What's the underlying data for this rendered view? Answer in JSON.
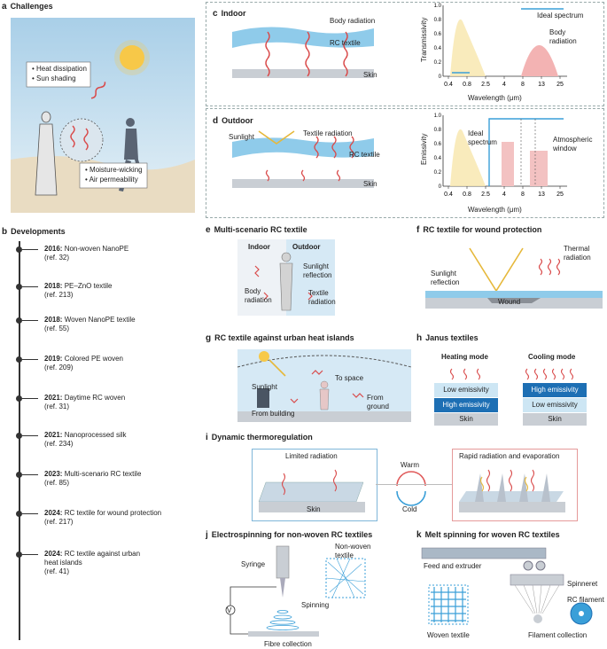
{
  "panel_a": {
    "letter": "a",
    "title": "Challenges",
    "labels": [
      "Heat dissipation",
      "Sun shading",
      "Moisture-wicking",
      "Air permeability"
    ]
  },
  "panel_b": {
    "letter": "b",
    "title": "Developments",
    "items": [
      {
        "year": "2016:",
        "text": "Non-woven NanoPE",
        "ref": "(ref. 32)"
      },
      {
        "year": "2018:",
        "text": "PE–ZnO textile",
        "ref": "(ref. 213)"
      },
      {
        "year": "2018:",
        "text": "Woven NanoPE textile",
        "ref": "(ref. 55)"
      },
      {
        "year": "2019:",
        "text": "Colored PE woven",
        "ref": "(ref. 209)"
      },
      {
        "year": "2021:",
        "text": "Daytime RC woven",
        "ref": "(ref. 31)"
      },
      {
        "year": "2021:",
        "text": "Nanoprocessed silk",
        "ref": "(ref. 234)"
      },
      {
        "year": "2023:",
        "text": "Multi-scenario RC textile",
        "ref": "(ref. 85)"
      },
      {
        "year": "2024:",
        "text": "RC textile for wound protection",
        "ref": "(ref. 217)"
      },
      {
        "year": "2024:",
        "text": "RC textile against urban",
        "text2": "heat islands",
        "ref": "(ref. 41)"
      }
    ]
  },
  "panel_c": {
    "letter": "c",
    "title": "Indoor",
    "labels": {
      "body_radiation": "Body radiation",
      "rc_textile": "RC textile",
      "skin": "Skin",
      "ideal": "Ideal spectrum",
      "body_rad2a": "Body",
      "body_rad2b": "radiation"
    },
    "ylabel": "Transmissivity",
    "xlabel": "Wavelength (μm)"
  },
  "panel_d": {
    "letter": "d",
    "title": "Outdoor",
    "labels": {
      "sunlight": "Sunlight",
      "textile_radiation": "Textile radiation",
      "rc_textile": "RC textile",
      "skin": "Skin",
      "ideal1": "Ideal",
      "ideal2": "spectrum",
      "atm1": "Atmospheric",
      "atm2": "window"
    },
    "ylabel": "Emissivity",
    "xlabel": "Wavelength (μm)"
  },
  "chart_data": [
    {
      "type": "area",
      "ylabel": "Transmissivity",
      "xlabel": "Wavelength (μm)",
      "ylim": [
        0,
        1.0
      ],
      "yticks": [
        "0",
        "0.2",
        "0.4",
        "0.6",
        "0.8",
        "1.0"
      ],
      "xticks": [
        "0.4",
        "0.8",
        "2.5",
        "4",
        "8",
        "13",
        "25"
      ],
      "series": [
        {
          "name": "Body radiation"
        },
        {
          "name": "Ideal spectrum"
        }
      ]
    },
    {
      "type": "area",
      "ylabel": "Emissivity",
      "xlabel": "Wavelength (μm)",
      "ylim": [
        0,
        1.0
      ],
      "yticks": [
        "0",
        "0.2",
        "0.4",
        "0.6",
        "0.8",
        "1.0"
      ],
      "xticks": [
        "0.4",
        "0.8",
        "2.5",
        "4",
        "8",
        "13",
        "25"
      ],
      "series": [
        {
          "name": "Ideal spectrum"
        },
        {
          "name": "Atmospheric window"
        }
      ]
    }
  ],
  "panel_e": {
    "letter": "e",
    "title": "Multi-scenario RC textile",
    "labels": [
      "Indoor",
      "Outdoor",
      "Sunlight",
      "reflection",
      "Body",
      "radiation",
      "Textile",
      "radiation"
    ]
  },
  "panel_f": {
    "letter": "f",
    "title": "RC textile for wound protection",
    "labels": [
      "Thermal",
      "radiation",
      "Sunlight",
      "reflection",
      "Wound"
    ]
  },
  "panel_g": {
    "letter": "g",
    "title": "RC textile against urban heat islands",
    "labels": [
      "Sunlight",
      "To space",
      "From building",
      "From",
      "ground"
    ]
  },
  "panel_h": {
    "letter": "h",
    "title": "Janus textiles",
    "heating": "Heating mode",
    "cooling": "Cooling mode",
    "low": "Low emissivity",
    "high": "High emissivity",
    "skin": "Skin"
  },
  "panel_i": {
    "letter": "i",
    "title": "Dynamic thermoregulation",
    "limited": "Limited radiation",
    "rapid": "Rapid radiation and evaporation",
    "warm": "Warm",
    "cold": "Cold",
    "skin": "Skin"
  },
  "panel_j": {
    "letter": "j",
    "title": "Electrospinning for non-woven RC textiles",
    "labels": [
      "Syringe",
      "Non-woven",
      "textile",
      "Spinning",
      "Fibre collection",
      "V"
    ]
  },
  "panel_k": {
    "letter": "k",
    "title": "Melt spinning for woven  RC textiles",
    "labels": [
      "Feed and extruder",
      "Spinneret",
      "RC filament",
      "Woven textile",
      "Filament collection"
    ]
  },
  "colors": {
    "accent_blue": "#3a9fd8",
    "red": "#e05a5a",
    "sky": "#d6e9f5",
    "sand": "#e9dcc2"
  }
}
